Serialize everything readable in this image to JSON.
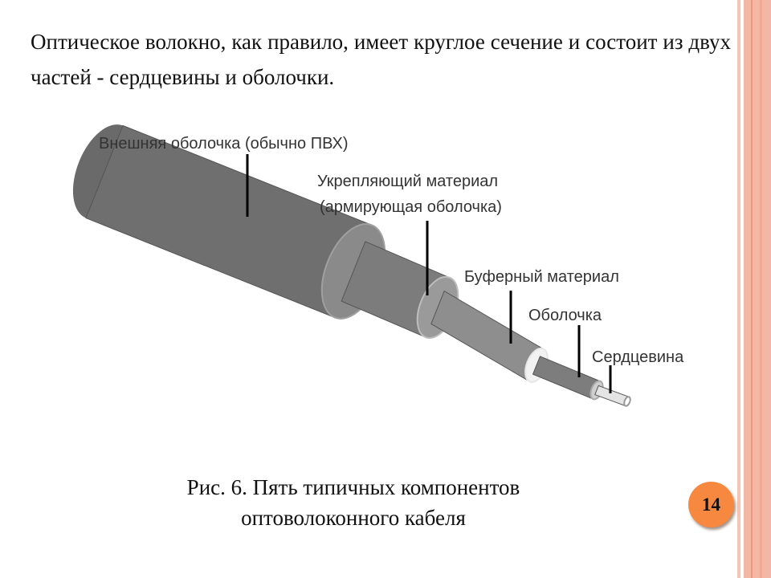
{
  "slide": {
    "intro_text": "Оптическое волокно, как правило, имеет круглое сечение и состоит из двух частей - сердцевины и оболочки.",
    "caption_line1": "Рис. 6. Пять типичных компонентов",
    "caption_line2": "оптоволоконного кабеля",
    "page_number": "14"
  },
  "figure": {
    "labels": {
      "outer_jacket": "Внешняя оболочка (обычно ПВХ)",
      "strength_line1": "Укрепляющий материал",
      "strength_line2": "(армирующая оболочка)",
      "buffer": "Буферный материал",
      "cladding": "Оболочка",
      "core": "Сердцевина"
    }
  },
  "colors": {
    "badge": "#f7883f",
    "border_stripe": "#f4b8a6"
  }
}
